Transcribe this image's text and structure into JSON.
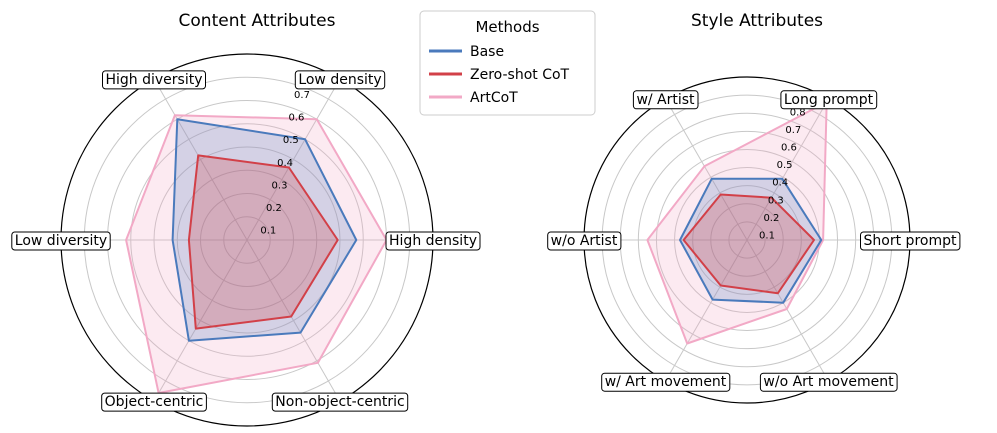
{
  "legend": {
    "title": "Methods",
    "items": [
      {
        "name": "Base",
        "color": "#4a7abc"
      },
      {
        "name": "Zero-shot CoT",
        "color": "#d24048"
      },
      {
        "name": "ArtCoT",
        "color": "#f2a9c6"
      }
    ]
  },
  "chart_data": [
    {
      "type": "radar",
      "title": "Content Attributes",
      "axes": [
        "High density",
        "Low density",
        "High diversity",
        "Low diversity",
        "Object-centric",
        "Non-object-centric"
      ],
      "rlim": [
        0,
        0.8
      ],
      "rticks": [
        0.1,
        0.2,
        0.3,
        0.4,
        0.5,
        0.6,
        0.7
      ],
      "grid": true,
      "series": [
        {
          "name": "Base",
          "values": [
            0.47,
            0.5,
            0.6,
            0.32,
            0.5,
            0.46
          ]
        },
        {
          "name": "Zero-shot CoT",
          "values": [
            0.39,
            0.36,
            0.42,
            0.25,
            0.44,
            0.38
          ]
        },
        {
          "name": "ArtCoT",
          "values": [
            0.6,
            0.6,
            0.62,
            0.52,
            0.76,
            0.61
          ]
        }
      ]
    },
    {
      "type": "radar",
      "title": "Style Attributes",
      "axes": [
        "Short prompt",
        "Long prompt",
        "w/ Artist",
        "w/o Artist",
        "w/ Art movement",
        "w/o Art movement"
      ],
      "rlim": [
        0,
        0.9
      ],
      "rticks": [
        0.1,
        0.2,
        0.3,
        0.4,
        0.5,
        0.6,
        0.7,
        0.8
      ],
      "grid": true,
      "series": [
        {
          "name": "Base",
          "values": [
            0.41,
            0.39,
            0.39,
            0.37,
            0.38,
            0.4
          ]
        },
        {
          "name": "Zero-shot CoT",
          "values": [
            0.37,
            0.27,
            0.29,
            0.35,
            0.29,
            0.34
          ]
        },
        {
          "name": "ArtCoT",
          "values": [
            0.42,
            0.88,
            0.47,
            0.55,
            0.66,
            0.44
          ]
        }
      ]
    }
  ]
}
